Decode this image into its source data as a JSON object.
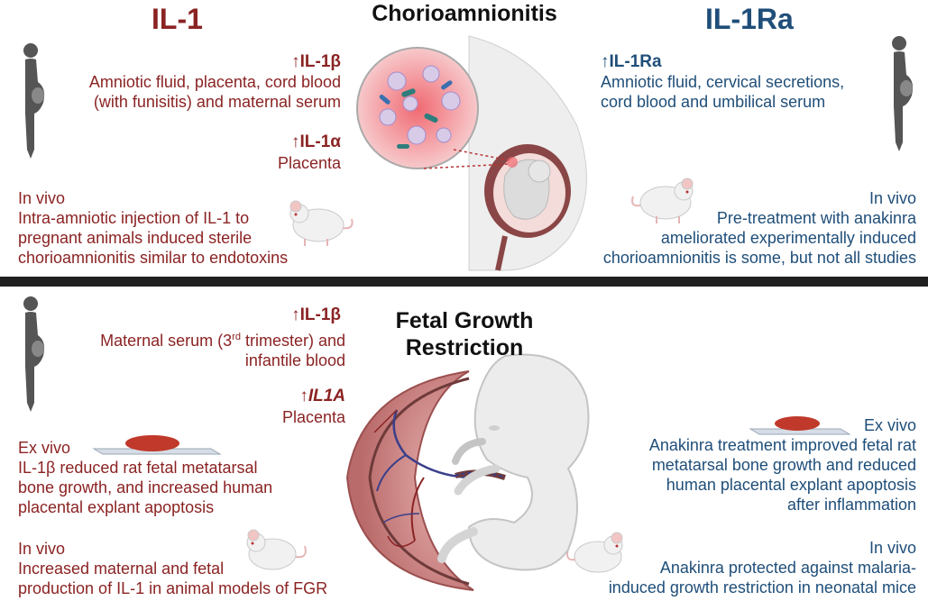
{
  "colors": {
    "il1": "#8b2323",
    "il1ra": "#1f4e79",
    "divider": "#202020",
    "title": "#111111"
  },
  "icons": [
    "pregnant-woman-icon",
    "mouse-icon",
    "explant-slide-icon",
    "infection-circle-icon",
    "pregnant-belly-icon",
    "placenta-icon",
    "fetus-icon"
  ],
  "top": {
    "il1_title": "IL-1",
    "il1ra_title": "IL-1Ra",
    "title": "Chorioamnionitis",
    "il1b_head": "IL-1β",
    "il1b_text": [
      "Amniotic fluid, placenta, cord blood",
      "(with funisitis) and maternal serum"
    ],
    "il1a_head": "IL-1α",
    "il1a_text": "Placenta",
    "invivo_left_head": "In vivo",
    "invivo_left_text": [
      "Intra-amniotic injection of IL-1 to",
      "pregnant animals induced sterile",
      "chorioamnionitis similar to endotoxins"
    ],
    "il1ra_head": "IL-1Ra",
    "il1ra_text": [
      "Amniotic fluid, cervical secretions,",
      "cord blood and umbilical serum"
    ],
    "invivo_right_head": "In vivo",
    "invivo_right_text": [
      "Pre-treatment with anakinra",
      "ameliorated experimentally induced",
      "chorioamnionitis is some, but not all studies"
    ]
  },
  "bottom": {
    "title": [
      "Fetal Growth",
      "Restriction"
    ],
    "il1b_head": "IL-1β",
    "il1b_text_1a": "Maternal serum (3",
    "il1b_text_1sup": "rd",
    "il1b_text_1b": " trimester) and",
    "il1b_text_2": "infantile blood",
    "il1a_gene_head": "IL1A",
    "il1a_gene_text": "Placenta",
    "exvivo_left_head": "Ex vivo",
    "exvivo_left_text": [
      "IL-1β reduced rat fetal metatarsal",
      "bone growth, and increased human",
      "placental explant apoptosis"
    ],
    "invivo_left_head": "In vivo",
    "invivo_left_text": [
      "Increased maternal and fetal",
      "production of IL-1 in animal models of FGR"
    ],
    "exvivo_right_head": "Ex vivo",
    "exvivo_right_text": [
      "Anakinra treatment improved fetal rat",
      "metatarsal bone growth and reduced",
      "human placental explant apoptosis",
      "after inflammation"
    ],
    "invivo_right_head": "In vivo",
    "invivo_right_text": [
      "Anakinra protected against malaria-",
      "induced growth restriction in neonatal mice"
    ]
  }
}
